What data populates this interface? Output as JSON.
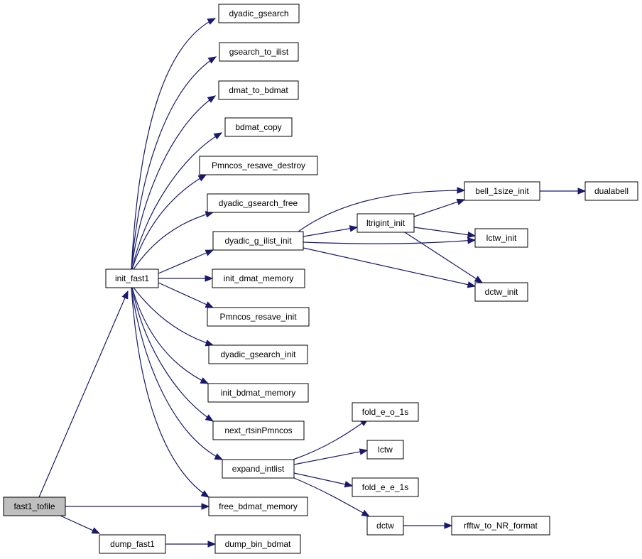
{
  "nodes": {
    "fast1_tofile": "fast1_tofile",
    "init_fast1": "init_fast1",
    "dump_fast1": "dump_fast1",
    "dump_bin_bdmat": "dump_bin_bdmat",
    "free_bdmat_memory": "free_bdmat_memory",
    "dyadic_gsearch": "dyadic_gsearch",
    "gsearch_to_ilist": "gsearch_to_ilist",
    "dmat_to_bdmat": "dmat_to_bdmat",
    "bdmat_copy": "bdmat_copy",
    "Pmncos_resave_destroy": "Pmncos_resave_destroy",
    "dyadic_gsearch_free": "dyadic_gsearch_free",
    "dyadic_g_ilist_init": "dyadic_g_ilist_init",
    "init_dmat_memory": "init_dmat_memory",
    "Pmncos_resave_init": "Pmncos_resave_init",
    "dyadic_gsearch_init": "dyadic_gsearch_init",
    "init_bdmat_memory": "init_bdmat_memory",
    "next_rtsinPmncos": "next_rtsinPmncos",
    "expand_intlist": "expand_intlist",
    "ltrigint_init": "ltrigint_init",
    "bell_1size_init": "bell_1size_init",
    "dualabell": "dualabell",
    "lctw_init": "lctw_init",
    "dctw_init": "dctw_init",
    "fold_e_o_1s": "fold_e_o_1s",
    "lctw": "lctw",
    "fold_e_e_1s": "fold_e_e_1s",
    "dctw": "dctw",
    "rfftw_to_NR_format": "rfftw_to_NR_format"
  },
  "edges": [
    [
      "fast1_tofile",
      "init_fast1"
    ],
    [
      "fast1_tofile",
      "free_bdmat_memory"
    ],
    [
      "fast1_tofile",
      "dump_fast1"
    ],
    [
      "dump_fast1",
      "dump_bin_bdmat"
    ],
    [
      "init_fast1",
      "dyadic_gsearch"
    ],
    [
      "init_fast1",
      "gsearch_to_ilist"
    ],
    [
      "init_fast1",
      "dmat_to_bdmat"
    ],
    [
      "init_fast1",
      "bdmat_copy"
    ],
    [
      "init_fast1",
      "Pmncos_resave_destroy"
    ],
    [
      "init_fast1",
      "dyadic_gsearch_free"
    ],
    [
      "init_fast1",
      "dyadic_g_ilist_init"
    ],
    [
      "init_fast1",
      "init_dmat_memory"
    ],
    [
      "init_fast1",
      "Pmncos_resave_init"
    ],
    [
      "init_fast1",
      "dyadic_gsearch_init"
    ],
    [
      "init_fast1",
      "init_bdmat_memory"
    ],
    [
      "init_fast1",
      "next_rtsinPmncos"
    ],
    [
      "init_fast1",
      "expand_intlist"
    ],
    [
      "init_fast1",
      "free_bdmat_memory"
    ],
    [
      "dyadic_g_ilist_init",
      "bell_1size_init"
    ],
    [
      "dyadic_g_ilist_init",
      "ltrigint_init"
    ],
    [
      "dyadic_g_ilist_init",
      "lctw_init"
    ],
    [
      "dyadic_g_ilist_init",
      "dctw_init"
    ],
    [
      "ltrigint_init",
      "bell_1size_init"
    ],
    [
      "ltrigint_init",
      "lctw_init"
    ],
    [
      "ltrigint_init",
      "dctw_init"
    ],
    [
      "bell_1size_init",
      "dualabell"
    ],
    [
      "expand_intlist",
      "fold_e_o_1s"
    ],
    [
      "expand_intlist",
      "lctw"
    ],
    [
      "expand_intlist",
      "fold_e_e_1s"
    ],
    [
      "expand_intlist",
      "dctw"
    ],
    [
      "dctw",
      "rfftw_to_NR_format"
    ]
  ]
}
